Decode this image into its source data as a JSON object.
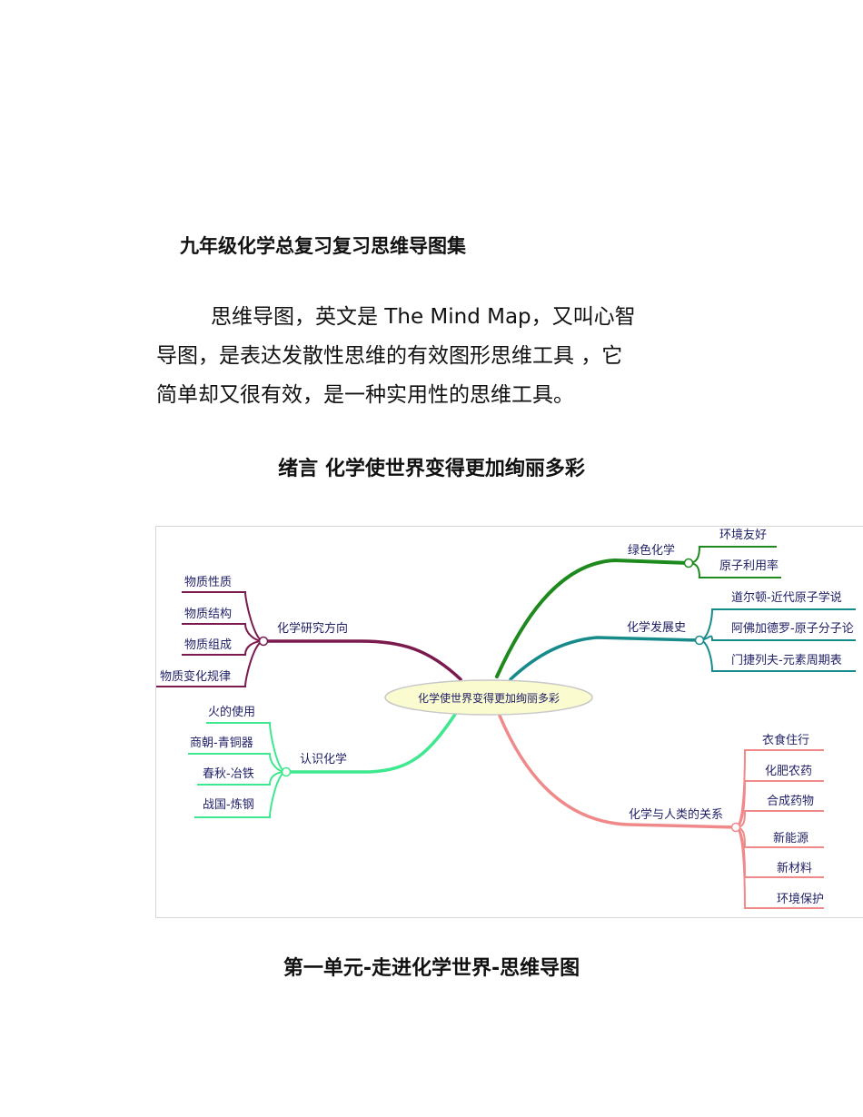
{
  "document": {
    "title": "九年级化学总复习复习思维导图集",
    "intro_lines": [
      "思维导图，英文是 The Mind Map，又叫心智",
      "导图，是表达发散性思维的有效图形思维工具 ，它",
      "简单却又很有效，是一种实用性的思维工具。"
    ],
    "section_1_heading": "绪言 化学使世界变得更加绚丽多彩",
    "section_2_heading": "第一单元-走进化学世界-思维导图"
  },
  "mindmap": {
    "center": "化学使世界变得更加绚丽多彩",
    "colors": {
      "green_chem": "#1e8a1e",
      "history": "#178a8a",
      "human": "#f08a8a",
      "research": "#7a1a4e",
      "knowing": "#3ee88e",
      "center_fill": "#fbfbd0",
      "center_stroke": "#c8c8c8"
    },
    "branches": {
      "green_chem": {
        "label": "绿色化学",
        "leaves": [
          "环境友好",
          "原子利用率"
        ]
      },
      "history": {
        "label": "化学发展史",
        "leaves": [
          "道尔顿-近代原子学说",
          "阿佛加德罗-原子分子论",
          "门捷列夫-元素周期表"
        ]
      },
      "human": {
        "label": "化学与人类的关系",
        "leaves": [
          "衣食住行",
          "化肥农药",
          "合成药物",
          "新能源",
          "新材料",
          "环境保护"
        ]
      },
      "research": {
        "label": "化学研究方向",
        "leaves": [
          "物质性质",
          "物质结构",
          "物质组成",
          "物质变化规律"
        ]
      },
      "knowing": {
        "label": "认识化学",
        "leaves": [
          "火的使用",
          "商朝-青铜器",
          "春秋-冶铁",
          "战国-炼钢"
        ]
      }
    }
  }
}
